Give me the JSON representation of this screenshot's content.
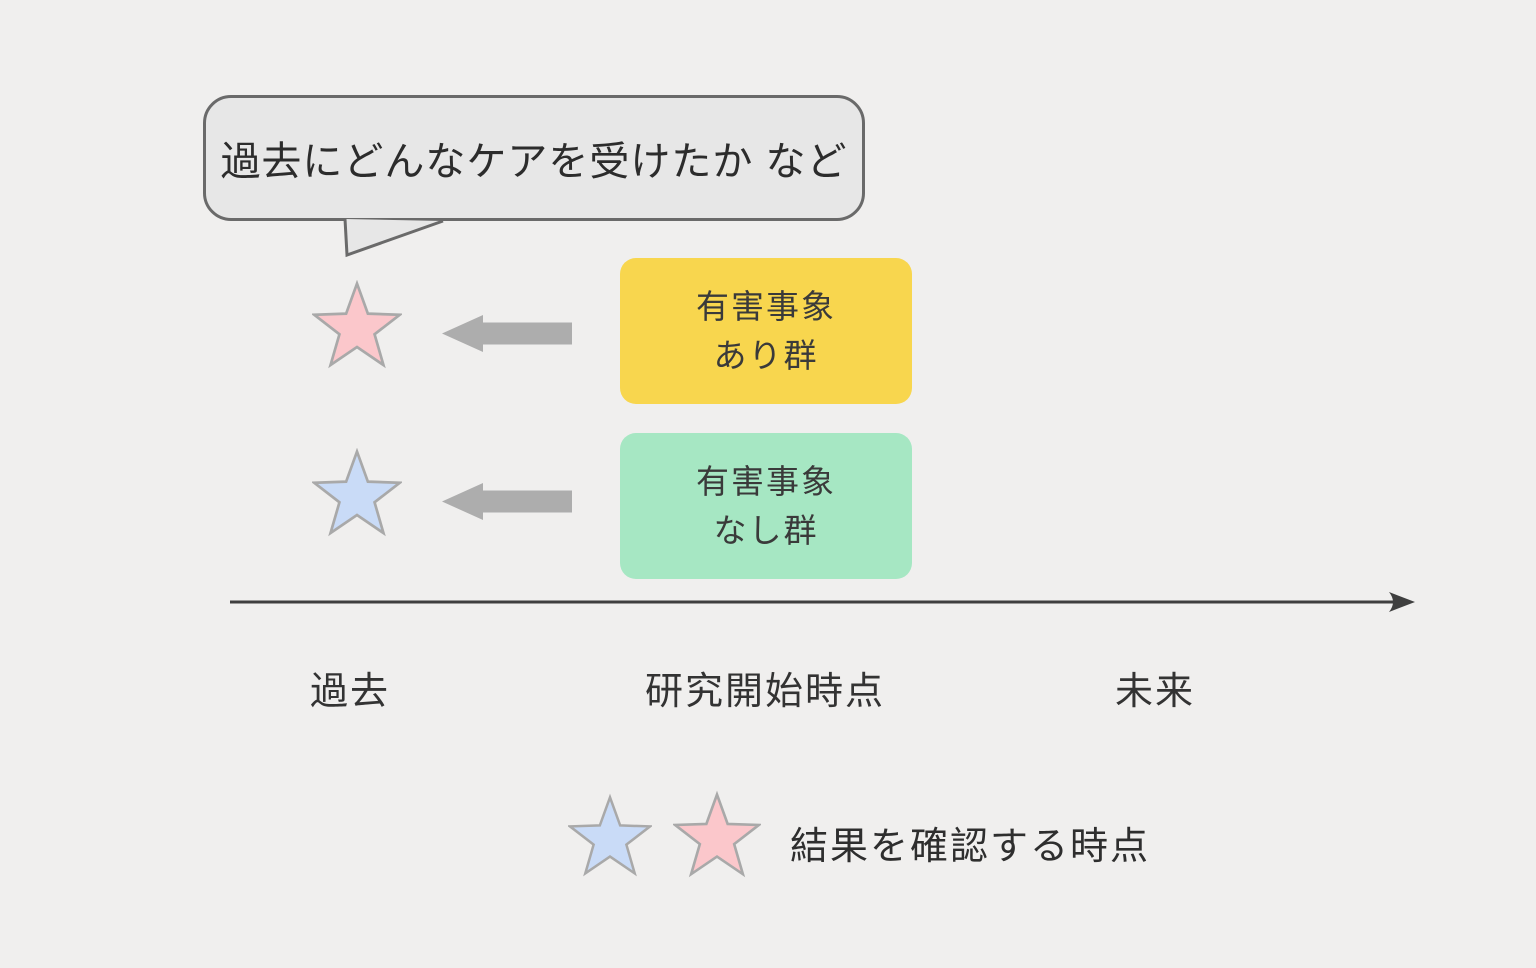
{
  "bubble": {
    "text": "過去にどんなケアを受けたか など"
  },
  "groups": [
    {
      "label_line1": "有害事象",
      "label_line2": "あり群"
    },
    {
      "label_line1": "有害事象",
      "label_line2": "なし群"
    }
  ],
  "timeline": {
    "labels": [
      "過去",
      "研究開始時点",
      "未来"
    ]
  },
  "legend": {
    "text": "結果を確認する時点"
  },
  "icons": {
    "star_pink": "star-icon-pink",
    "star_blue": "star-icon-blue",
    "arrow_left": "arrow-left-icon",
    "timeline_arrow": "timeline-arrow-right-icon"
  },
  "colors": {
    "background": "#f0efee",
    "bubble_bg": "#e7e7e7",
    "bubble_border": "#6a6a6a",
    "group_yes_bg": "#f8d64e",
    "group_no_bg": "#a6e7c3",
    "star_pink": "#fbc7cb",
    "star_blue": "#c9dbf7",
    "star_border": "#a9a9a9",
    "arrow_gray": "#adadad",
    "timeline_stroke": "#3f3f3f"
  }
}
